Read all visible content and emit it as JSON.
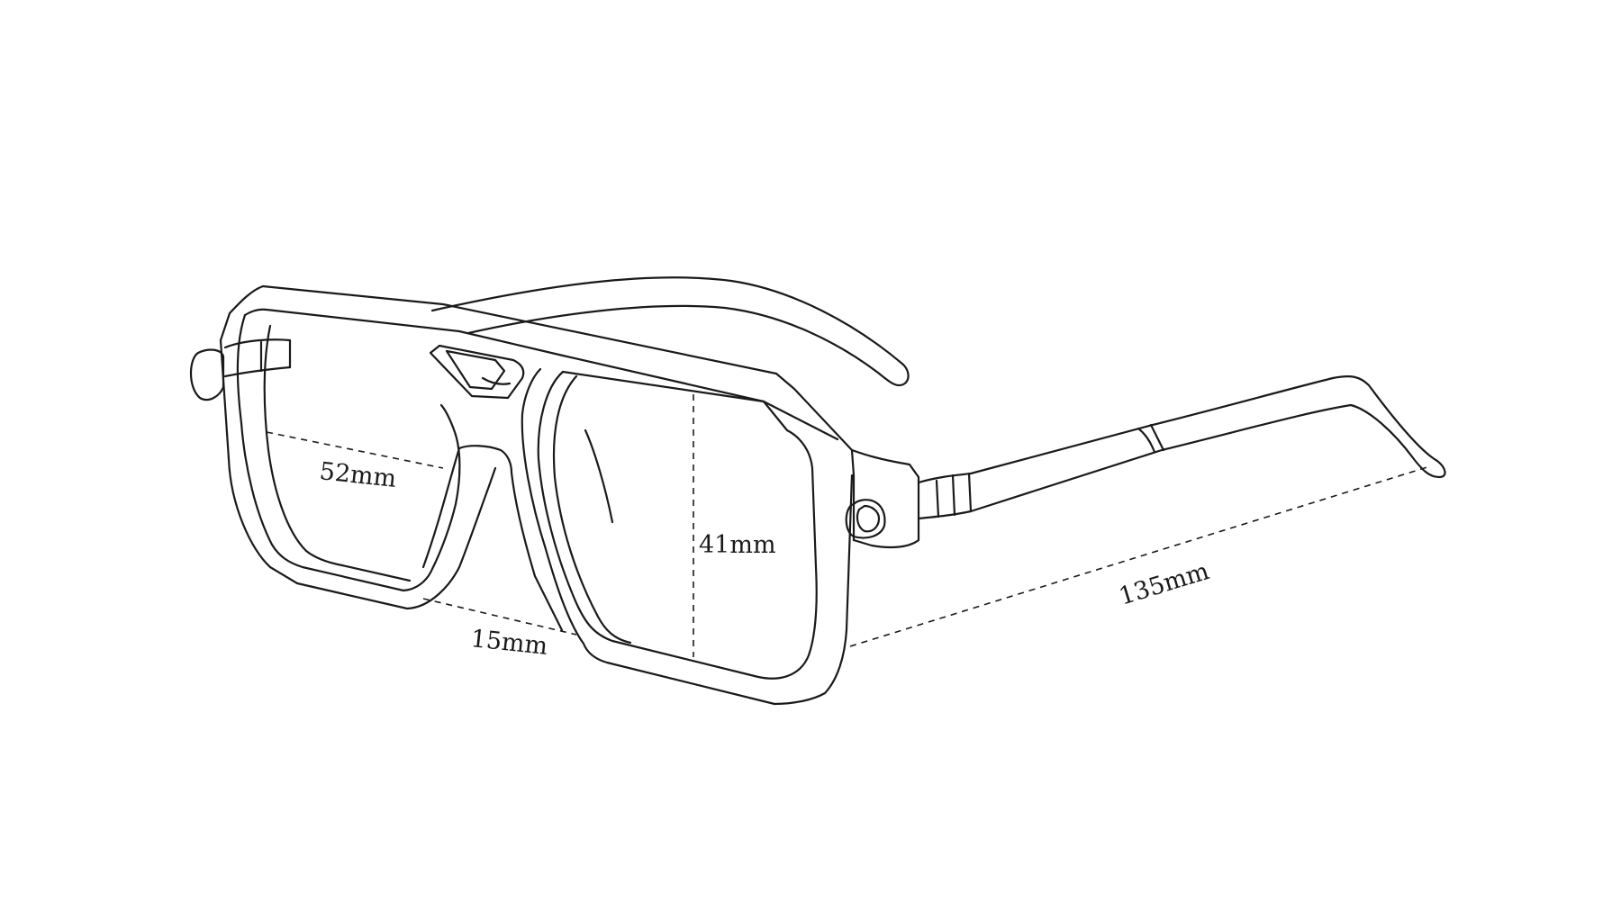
{
  "diagram": {
    "subject": "glasses-frame-line-drawing",
    "line_color": "#1a1a1a",
    "background": "#ffffff",
    "dimensions": {
      "lens_width": "52mm",
      "bridge_width": "15mm",
      "lens_height": "41mm",
      "temple_length": "135mm"
    }
  }
}
